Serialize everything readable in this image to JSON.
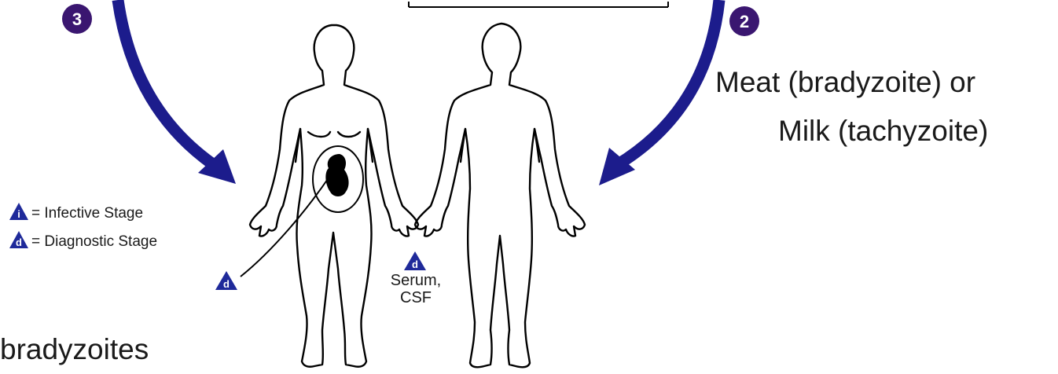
{
  "steps": {
    "left": "3",
    "right": "2"
  },
  "route_label": {
    "line1": "Meat (bradyzoite) or",
    "line2": "Milk (tachyzoite)"
  },
  "legend": {
    "infective": {
      "letter": "i",
      "text": "= Infective Stage"
    },
    "diagnostic": {
      "letter": "d",
      "text": "= Diagnostic Stage"
    }
  },
  "fetus_marker": {
    "letter": "d"
  },
  "specimen": {
    "letter": "d",
    "line1": "Serum,",
    "line2": "CSF"
  },
  "bottom_label": "bradyzoites",
  "colors": {
    "arrow": "#1c1c8c",
    "step_circle": "#3a1670",
    "stage_triangle": "#1f2a9a",
    "outline": "#000000"
  }
}
